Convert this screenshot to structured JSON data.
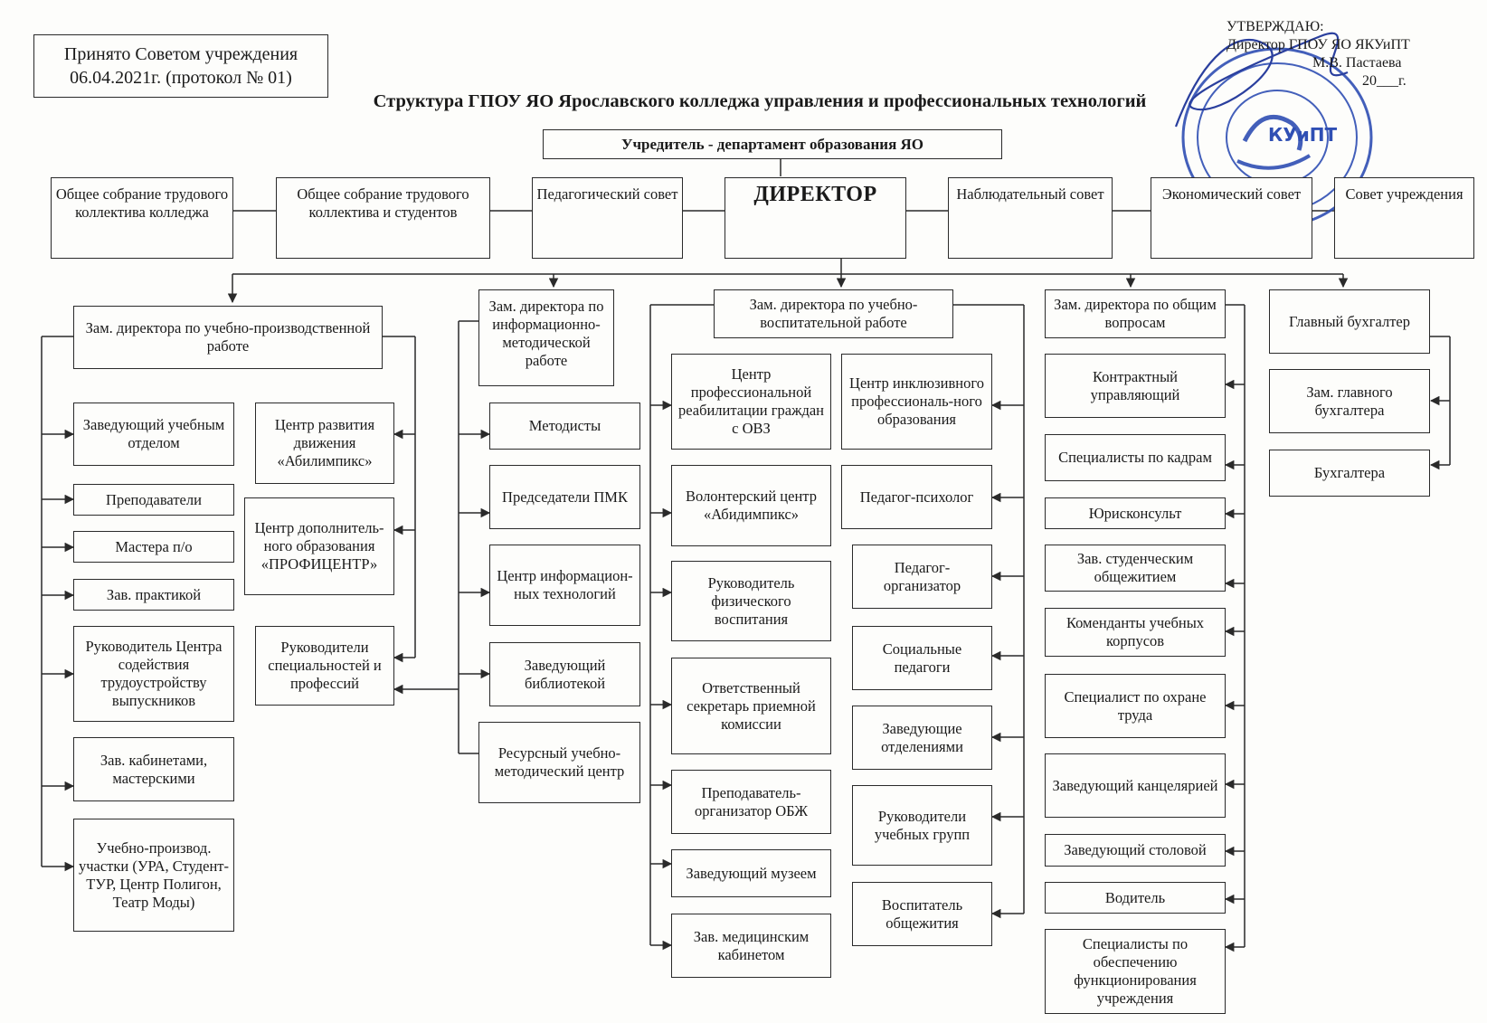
{
  "header": {
    "adopted_line1": "Принято Советом учреждения",
    "adopted_line2": "06.04.2021г. (протокол № 01)",
    "title": "Структура ГПОУ ЯО Ярославского колледжа управления и профессиональных технологий",
    "approve_1": "УТВЕРЖДАЮ:",
    "approve_2": "Директор ГПОУ ЯО ЯКУиПТ",
    "approve_3": "М.В. Пастаева",
    "approve_4": "20___г.",
    "stamp_text": "КУиПТ"
  },
  "founder": "Учредитель - департамент образования ЯО",
  "top_row": {
    "general_meeting_college": "Общее собрание трудового коллектива колледжа",
    "general_meeting_students": "Общее собрание трудового коллектива и студентов",
    "pedagogical_council": "Педагогический совет",
    "director": "ДИРЕКТОР",
    "supervisory_board": "Наблюдательный совет",
    "economic_council": "Экономический совет",
    "institution_council": "Совет учреждения"
  },
  "production": {
    "head": "Зам. директора по учебно-производственной работе",
    "left": [
      "Заведующий учебным отделом",
      "Преподаватели",
      "Мастера п/о",
      "Зав. практикой",
      "Руководитель Центра содействия трудоустройству выпускников",
      "Зав. кабинетами, мастерскими",
      "Учебно-производ. участки (УРА, Студент-ТУР, Центр Полигон, Театр Моды)"
    ],
    "right": [
      "Центр развития движения «Абилимпикс»",
      "Центр дополнитель-ного образования «ПРОФИЦЕНТР»",
      "Руководители специальностей и профессий"
    ]
  },
  "methodical": {
    "head": "Зам. директора по информационно-методической работе",
    "items": [
      "Методисты",
      "Председатели ПМК",
      "Центр информацион-ных технологий",
      "Заведующий библиотекой",
      "Ресурсный учебно-методический центр"
    ]
  },
  "educational": {
    "head": "Зам. директора по учебно-воспитательной работе",
    "left": [
      "Центр профессиональной реабилитации граждан с ОВЗ",
      "Волонтерский центр «Абидимпикс»",
      "Руководитель физического воспитания",
      "Ответственный секретарь приемной комиссии",
      "Преподаватель-организатор ОБЖ",
      "Заведующий музеем",
      "Зав. медицинским кабинетом"
    ],
    "right": [
      "Центр инклюзивного профессиональ-ного образования",
      "Педагог-психолог",
      "Педагог-организатор",
      "Социальные педагоги",
      "Заведующие отделениями",
      "Руководители учебных групп",
      "Воспитатель общежития"
    ]
  },
  "general": {
    "head": "Зам. директора по общим вопросам",
    "items": [
      "Контрактный управляющий",
      "Специалисты по кадрам",
      "Юрисконсульт",
      "Зав. студенческим общежитием",
      "Коменданты учебных корпусов",
      "Специалист по охране труда",
      "Заведующий канцелярией",
      "Заведующий столовой",
      "Водитель",
      "Специалисты по обеспечению функционирования учреждения"
    ]
  },
  "accounting": {
    "head": "Главный бухгалтер",
    "items": [
      "Зам. главного бухгалтера",
      "Бухгалтера"
    ]
  },
  "colors": {
    "line": "#2a2a2a",
    "stamp": "#2f4fb4",
    "signature": "#2a3f9e"
  }
}
